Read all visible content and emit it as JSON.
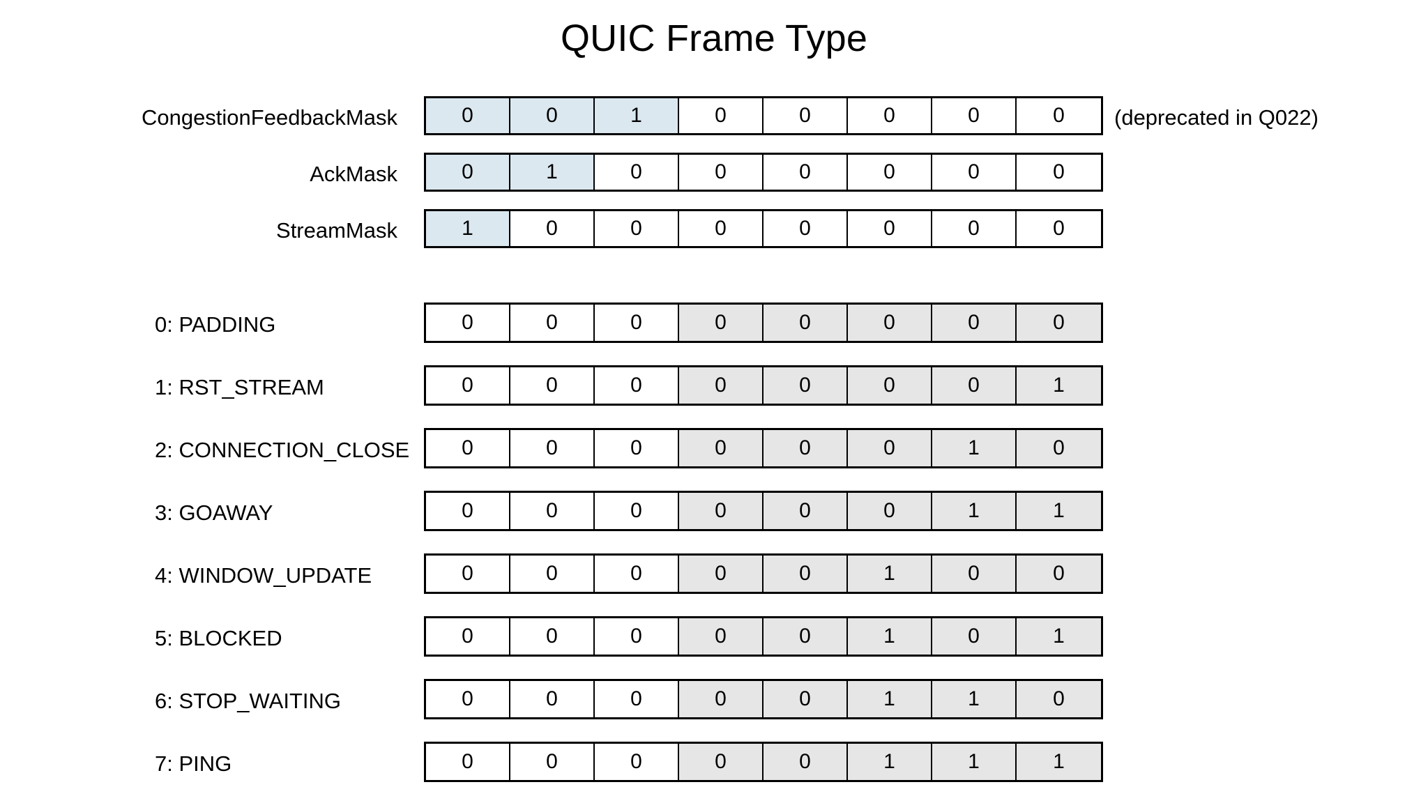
{
  "title": "QUIC Frame Type",
  "colors": {
    "highlight_blue": "#dbe8f0",
    "highlight_gray": "#e7e6e6",
    "border": "#000000",
    "background": "#ffffff",
    "text": "#000000"
  },
  "masks": {
    "note": "(deprecated in Q022)",
    "rows": [
      {
        "label": "CongestionFeedbackMask",
        "bits": [
          "0",
          "0",
          "1",
          "0",
          "0",
          "0",
          "0",
          "0"
        ],
        "highlight_count": 3,
        "highlight_style": "blue",
        "note": "(deprecated in Q022)"
      },
      {
        "label": "AckMask",
        "bits": [
          "0",
          "1",
          "0",
          "0",
          "0",
          "0",
          "0",
          "0"
        ],
        "highlight_count": 2,
        "highlight_style": "blue",
        "note": ""
      },
      {
        "label": "StreamMask",
        "bits": [
          "1",
          "0",
          "0",
          "0",
          "0",
          "0",
          "0",
          "0"
        ],
        "highlight_count": 1,
        "highlight_style": "blue",
        "note": ""
      }
    ]
  },
  "frame_types": {
    "shaded_from_index": 3,
    "rows": [
      {
        "label": "0: PADDING",
        "bits": [
          "0",
          "0",
          "0",
          "0",
          "0",
          "0",
          "0",
          "0"
        ]
      },
      {
        "label": "1: RST_STREAM",
        "bits": [
          "0",
          "0",
          "0",
          "0",
          "0",
          "0",
          "0",
          "1"
        ]
      },
      {
        "label": "2: CONNECTION_CLOSE",
        "bits": [
          "0",
          "0",
          "0",
          "0",
          "0",
          "0",
          "1",
          "0"
        ]
      },
      {
        "label": "3: GOAWAY",
        "bits": [
          "0",
          "0",
          "0",
          "0",
          "0",
          "0",
          "1",
          "1"
        ]
      },
      {
        "label": "4: WINDOW_UPDATE",
        "bits": [
          "0",
          "0",
          "0",
          "0",
          "0",
          "1",
          "0",
          "0"
        ]
      },
      {
        "label": "5: BLOCKED",
        "bits": [
          "0",
          "0",
          "0",
          "0",
          "0",
          "1",
          "0",
          "1"
        ]
      },
      {
        "label": "6: STOP_WAITING",
        "bits": [
          "0",
          "0",
          "0",
          "0",
          "0",
          "1",
          "1",
          "0"
        ]
      },
      {
        "label": "7: PING",
        "bits": [
          "0",
          "0",
          "0",
          "0",
          "0",
          "1",
          "1",
          "1"
        ]
      }
    ]
  }
}
